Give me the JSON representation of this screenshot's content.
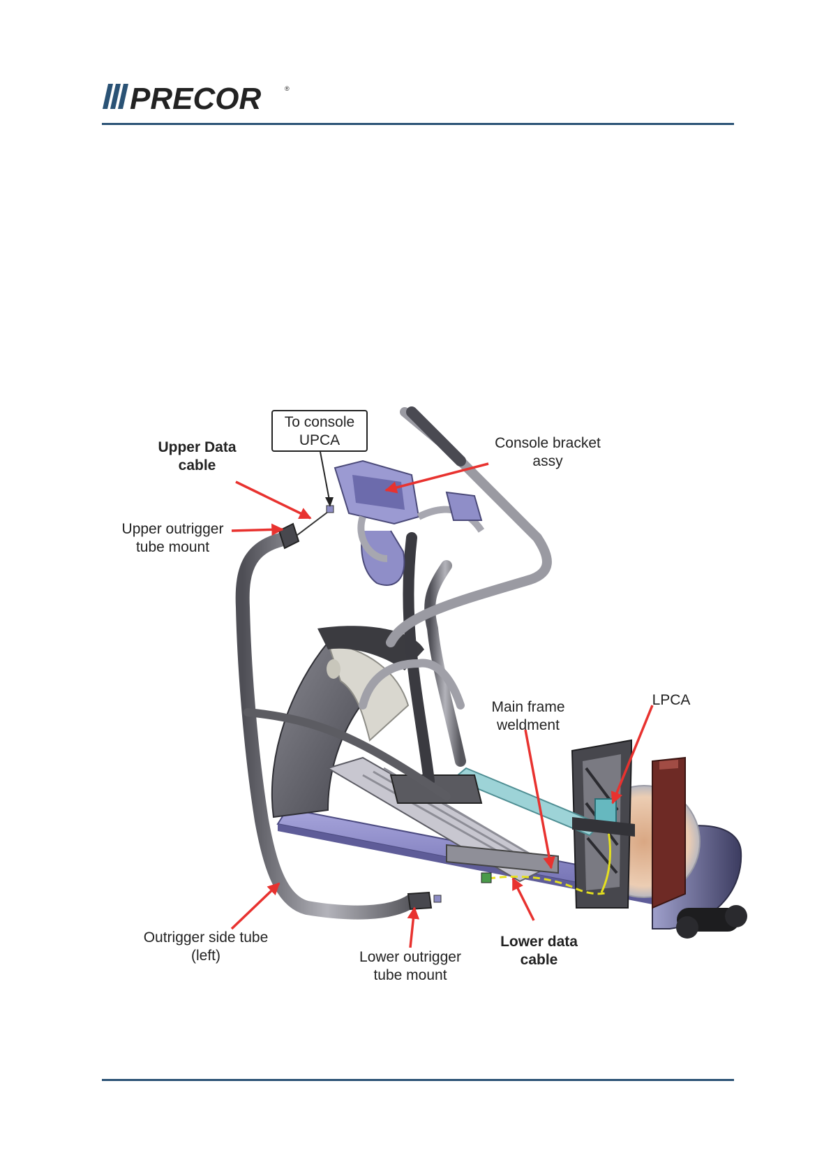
{
  "header": {
    "brand": "PRECOR",
    "registered_mark": "®"
  },
  "figure": {
    "callout_box": [
      "To console",
      "UPCA"
    ],
    "labels": {
      "upper_data_cable": [
        "Upper Data",
        "cable"
      ],
      "console_bracket": [
        "Console bracket",
        "assy"
      ],
      "upper_outrigger_mount": [
        "Upper outrigger",
        "tube mount"
      ],
      "main_frame": [
        "Main frame",
        "weldment"
      ],
      "lpca": [
        "LPCA"
      ],
      "outrigger_side_tube": [
        "Outrigger side tube",
        "(left)"
      ],
      "lower_outrigger_mount": [
        "Lower outrigger",
        "tube mount"
      ],
      "lower_data_cable": [
        "Lower data",
        "cable"
      ]
    }
  },
  "colors": {
    "rule": "#2a5275",
    "arrow": "#e8322f",
    "frame_lavender": "#8a88c8",
    "tube_gray": "#6f6f75",
    "flywheel_peach": "#e2b898",
    "dark_red": "#6e2a25",
    "teal": "#66b8bf",
    "cable_yellow": "#e5e01f"
  }
}
